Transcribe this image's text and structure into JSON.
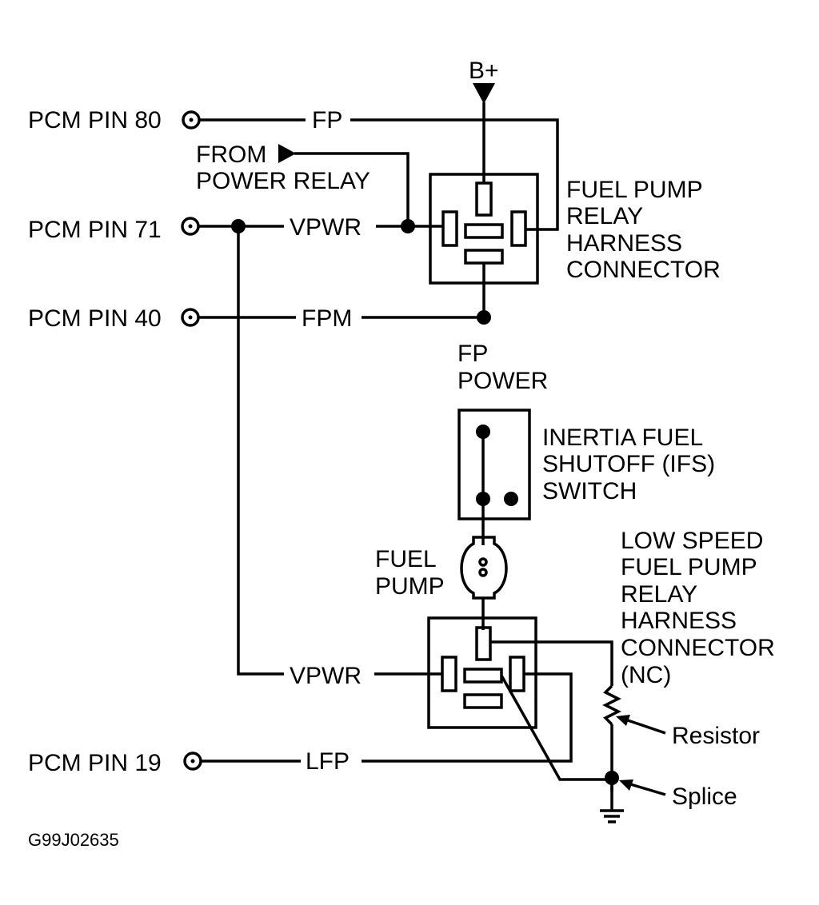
{
  "labels": {
    "b_plus": "B+",
    "pcm_pin_80": "PCM PIN 80",
    "pcm_pin_71": "PCM PIN 71",
    "pcm_pin_40": "PCM PIN 40",
    "pcm_pin_19": "PCM PIN 19",
    "wire_fp": "FP",
    "wire_vpwr_top": "VPWR",
    "wire_fpm": "FPM",
    "wire_vpwr_bottom": "VPWR",
    "wire_lfp": "LFP",
    "from_power_relay_1": "FROM",
    "from_power_relay_2": "POWER RELAY",
    "fuel_pump_relay": [
      "FUEL PUMP",
      "RELAY",
      "HARNESS",
      "CONNECTOR"
    ],
    "fp_power": [
      "FP",
      "POWER"
    ],
    "ifs_switch": [
      "INERTIA FUEL",
      "SHUTOFF (IFS)",
      "SWITCH"
    ],
    "fuel_pump": [
      "FUEL",
      "PUMP"
    ],
    "low_speed_relay": [
      "LOW SPEED",
      "FUEL  PUMP",
      "RELAY",
      "HARNESS",
      "CONNECTOR",
      "(NC)"
    ],
    "resistor": "Resistor",
    "splice": "Splice",
    "figure_id": "G99J02635"
  },
  "colors": {
    "line": "#000000",
    "background": "#ffffff"
  }
}
